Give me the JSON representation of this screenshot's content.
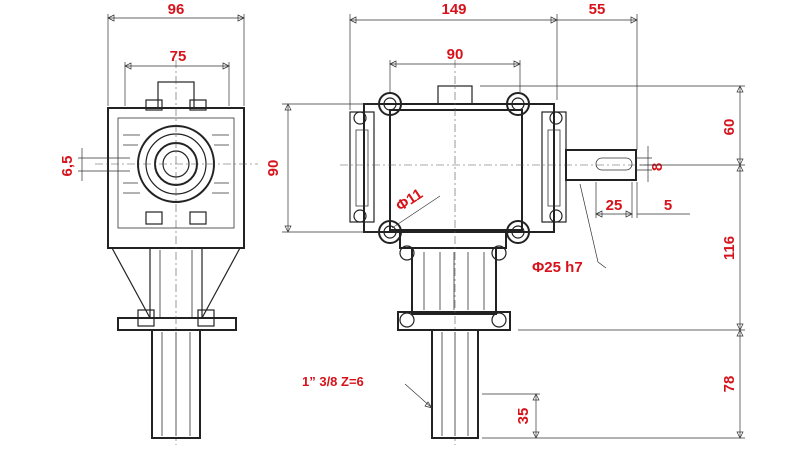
{
  "dimensions": {
    "left_width_96": "96",
    "left_width_75": "75",
    "left_bore_6_5": "6,5",
    "top_149": "149",
    "top_55": "55",
    "top_90": "90",
    "height_90": "90",
    "right_60": "60",
    "right_8": "8",
    "shaft_25": "25",
    "shaft_5": "5",
    "hole_phi11": "Φ11",
    "shaft_phi25": "Φ25 h7",
    "right_116": "116",
    "right_78": "78",
    "spline_35": "35",
    "spline_spec": "1” 3/8  Z=6"
  }
}
